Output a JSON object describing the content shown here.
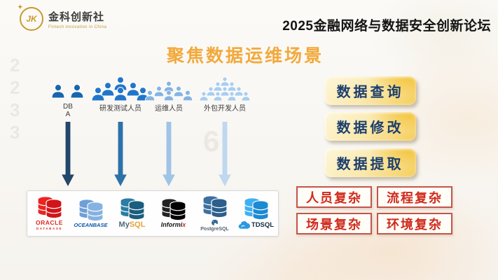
{
  "header": {
    "logo": {
      "monogram": "JK",
      "name": "金科创新社",
      "tagline": "Fintech innovation in China"
    },
    "forum_title": "2025金融网络与数据安全创新论坛"
  },
  "slide_title": "聚焦数据运维场景",
  "roles": [
    {
      "label": "DBA",
      "label_line1": "DB",
      "label_line2": "A",
      "people_count": 2,
      "color": "#1766ae",
      "arrow_color": "#23476b"
    },
    {
      "label": "研发测试人员",
      "people_count": 6,
      "color": "#2176c9",
      "arrow_color": "#2d71a9"
    },
    {
      "label": "运维人员",
      "people_count": 6,
      "color": "#84b4e2",
      "arrow_color": "#9fc4e6"
    },
    {
      "label": "外包开发人员",
      "people_count": 10,
      "color": "#aacdf0",
      "arrow_color": "#bed8f0"
    }
  ],
  "databases": [
    {
      "name": "Oracle Database",
      "text_top": "ORACLE",
      "text_bottom": "DATABASE",
      "text_color": "#e0281e",
      "disk_back": "#ea2420",
      "disk_front": "#d01418"
    },
    {
      "name": "OceanBase",
      "text": "OCEANBASE",
      "text_color": "#0a57a8",
      "disk_back": "#6f9fd6",
      "disk_front": "#85b2e0"
    },
    {
      "name": "MySQL",
      "text_part1": "My",
      "text_part2": "SQL",
      "part1_color": "#4a6a7e",
      "part2_color": "#e8a13a",
      "disk_back": "#2a7da4",
      "disk_front": "#1a5d7e"
    },
    {
      "name": "Informix",
      "text_part1": "Informi",
      "text_part2": "x",
      "part1_color": "#141414",
      "part2_color": "#c23226",
      "disk_back": "#222222",
      "disk_front": "#000000"
    },
    {
      "name": "PostgreSQL",
      "text": "PostgreSQL",
      "text_color": "#56646f",
      "disk_back": "#3c70a0",
      "disk_front": "#2c5f8a",
      "elephant_color": "#336791"
    },
    {
      "name": "TDSQL",
      "text": "TDSQL",
      "text_color": "#152b40",
      "disk_back": "#3fb0f0",
      "disk_front": "#1b8ad2",
      "cloud_color": "#2a9ae0"
    }
  ],
  "operations": [
    {
      "label": "数据查询"
    },
    {
      "label": "数据修改"
    },
    {
      "label": "数据提取"
    }
  ],
  "complexities": [
    {
      "label": "人员复杂"
    },
    {
      "label": "流程复杂"
    },
    {
      "label": "场景复杂"
    },
    {
      "label": "环境复杂"
    }
  ],
  "colors": {
    "title_gold": "#f2a93b",
    "button_text_navy": "#1d3f6e",
    "badge_red": "#d02a1b",
    "badge_border": "#c2564a",
    "logo_gold": "#c9992e"
  },
  "background": {
    "watermark_digits": [
      "2",
      "2",
      "3",
      "3",
      "6"
    ]
  }
}
